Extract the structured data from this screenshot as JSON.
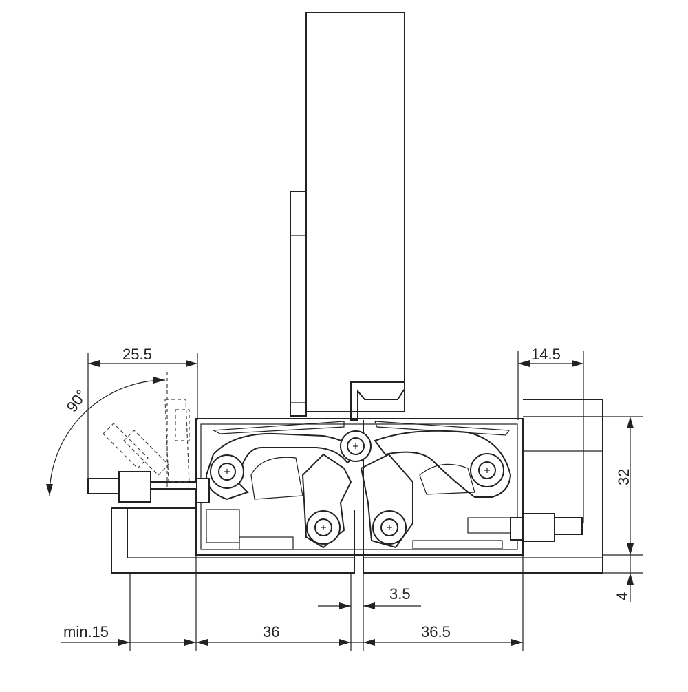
{
  "drawing": {
    "title": "",
    "dimensions": {
      "angle": "90°",
      "top_left": "25.5",
      "top_right": "14.5",
      "right_vertical": "32",
      "right_small": "4",
      "gap": "3.5",
      "bottom_min": "min.15",
      "bottom_left": "36",
      "bottom_right": "36.5"
    }
  }
}
